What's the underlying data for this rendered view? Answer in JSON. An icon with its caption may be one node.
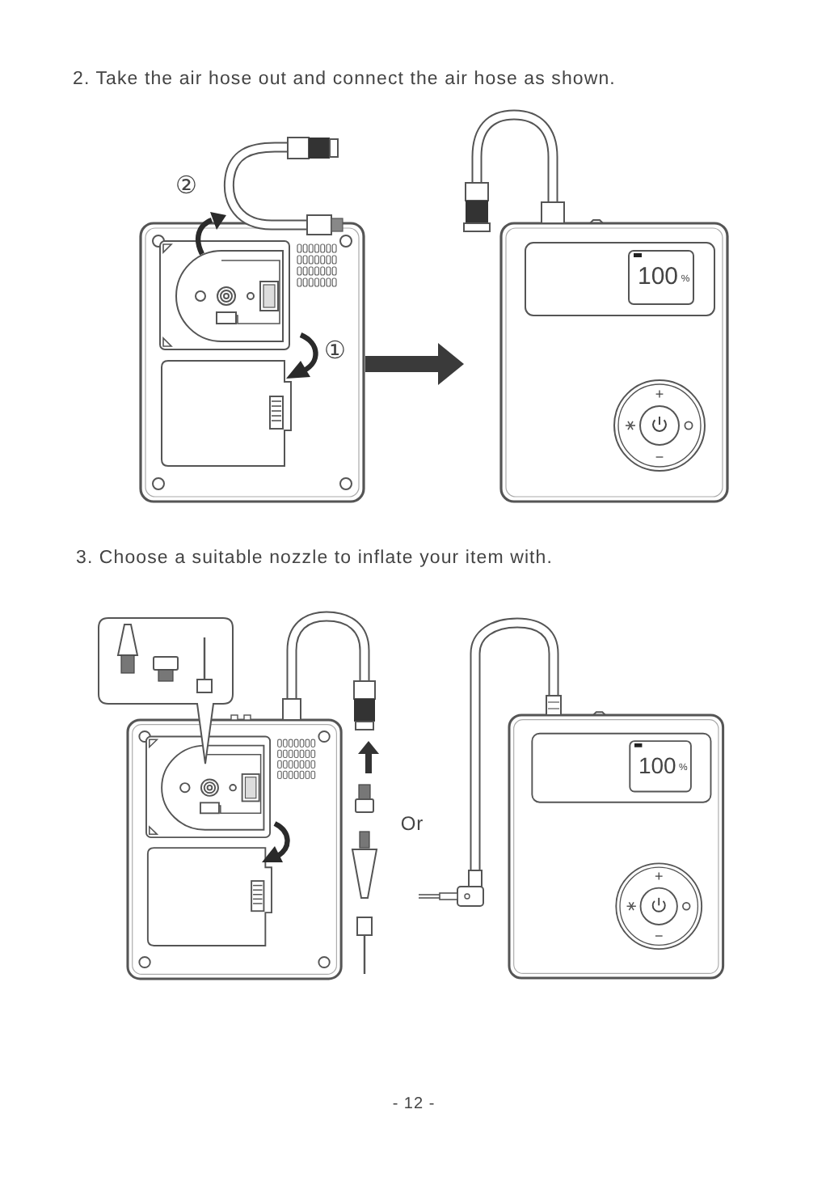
{
  "diagram": {
    "nodes": [
      {
        "text": [],
        "shape": "picture"
      },
      {
        "text": [],
        "shape": "picture"
      }
    ],
    "edges": [
      {
        "from": 0,
        "to": 1,
        "arrow": "to"
      }
    ],
    "labels": [
      "2. Take the air hose out and connect the air hose as shown.",
      "②",
      "100",
      "%",
      "①",
      "+",
      "−",
      "3. Choose a suitable nozzle to inflate your item with.",
      "100",
      "%",
      "Or",
      "+",
      "−",
      "- 12 -"
    ]
  }
}
